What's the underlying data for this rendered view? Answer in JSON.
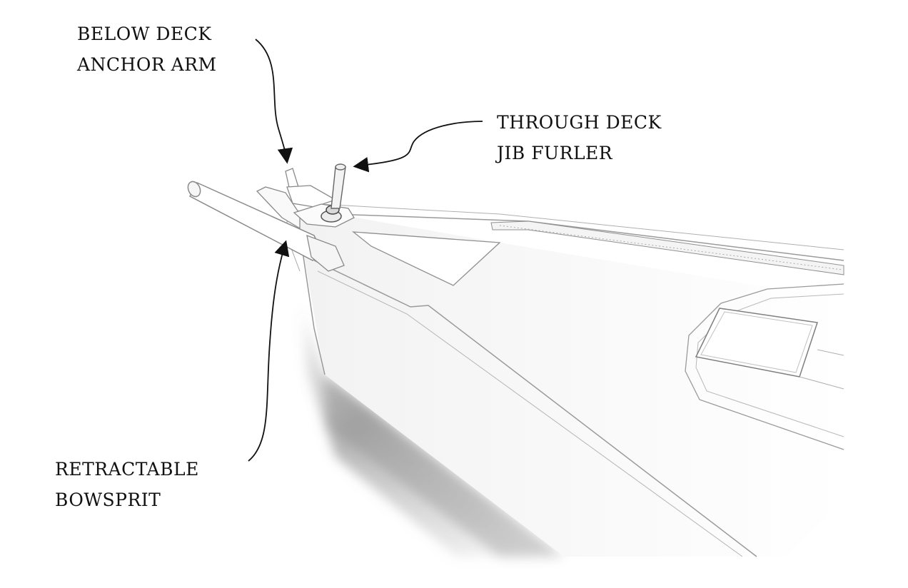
{
  "labels": {
    "anchor_arm": {
      "line1": "BELOW DECK",
      "line2": "ANCHOR ARM"
    },
    "jib_furler": {
      "line1": "THROUGH DECK",
      "line2": "JIB FURLER"
    },
    "bowsprit": {
      "line1": "RETRACTABLE",
      "line2": "BOWSPRIT"
    }
  },
  "colors": {
    "text": "#111111",
    "arrow": "#111111",
    "hull_line": "#9a9a9a",
    "shadow": "#8a8a8a",
    "background": "#ffffff"
  }
}
